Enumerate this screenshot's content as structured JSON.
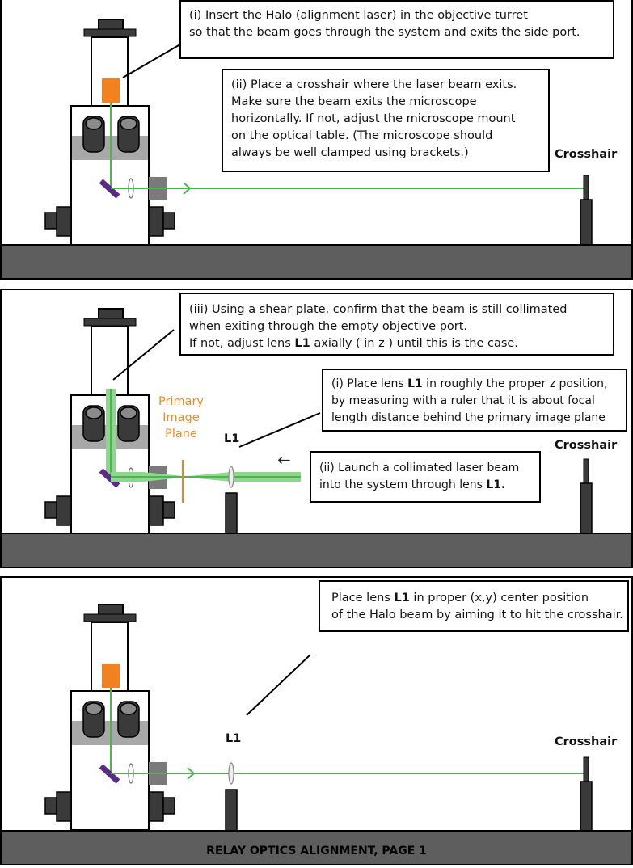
{
  "panels": [
    {
      "notes": [
        {
          "lines": [
            "(i) Insert the Halo (alignment laser) in the objective turret",
            "so that the beam goes through the system and exits the side port."
          ]
        },
        {
          "lines": [
            "(ii) Place a crosshair where the laser beam exits.",
            "Make sure the beam exits the microscope",
            "horizontally. If  not,  adjust the microscope mount",
            "on the optical table. (The microscope should",
            "always be well clamped using brackets.)"
          ]
        }
      ],
      "crosshair_label": "Crosshair"
    },
    {
      "notes": [
        {
          "lines": [
            "(iii) Using a shear plate, confirm that the beam is still collimated",
            "when exiting through the empty objective port.",
            "If not, adjust lens L1 axially ( in z ) until this is the case."
          ]
        },
        {
          "lines": [
            "(i) Place lens L1 in roughly the proper z position,",
            "by measuring with a ruler that it is about focal",
            "length distance behind the primary image plane"
          ]
        },
        {
          "lines": [
            "(ii) Launch a collimated laser beam",
            "into the system through lens L1."
          ]
        }
      ],
      "plane_label": [
        "Primary",
        "Image",
        "Plane"
      ],
      "lens_label": "L1",
      "crosshair_label": "Crosshair",
      "arrow_glyph": "←"
    },
    {
      "notes": [
        {
          "lines": [
            "Place lens L1 in proper (x,y) center position",
            "of the Halo beam by aiming it to hit the crosshair."
          ]
        }
      ],
      "lens_label": "L1",
      "crosshair_label": "Crosshair"
    }
  ],
  "footer_title": "RELAY OPTICS ALIGNMENT, PAGE 1",
  "colors": {
    "beam": "#48b848",
    "beam_wide": "#8fd68f",
    "halo": "#f2821f",
    "mirror": "#5b2a86",
    "table": "#5e5e5e",
    "body_gray": "#a8a8a8",
    "dark": "#3a3a3a"
  }
}
